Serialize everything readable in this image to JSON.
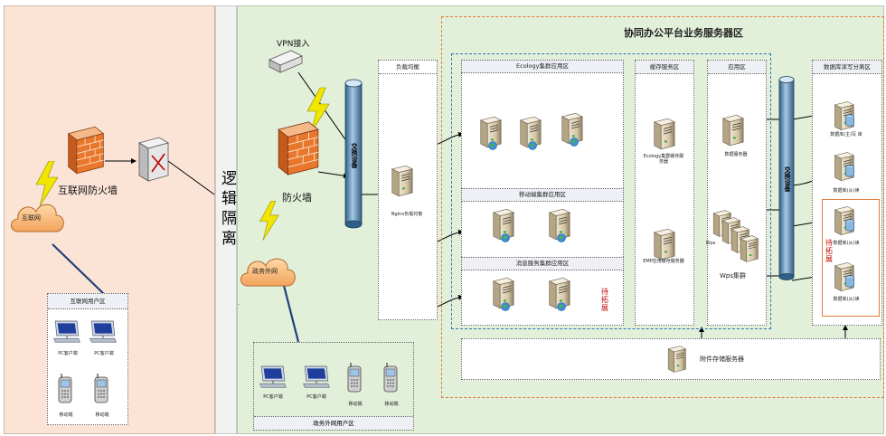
{
  "zones": {
    "divider_label": "逻辑隔离"
  },
  "internet": {
    "cloud_label": "互联网",
    "firewall_label": "互联网防火墙",
    "user_zone_title": "互联网用户区",
    "pc1_label": "PC客户端",
    "pc2_label": "PC客户端",
    "mobile1_label": "移动端",
    "mobile2_label": "移动端"
  },
  "gov": {
    "vpn_label": "VPN接入",
    "firewall_label": "防火墙",
    "cloud_label": "政务外网",
    "switch_label": "交换设备",
    "user_zone_title": "政务外网用户区",
    "pc1_label": "PC客户端",
    "pc2_label": "PC客户端",
    "mobile1_label": "移动端",
    "mobile2_label": "移动端"
  },
  "platform": {
    "title": "协同办公平台业务服务器区",
    "lb_title": "负载均衡",
    "nginx_label": "Nginx负载均衡",
    "ecology_title": "Ecology集群应用区",
    "mobile_cluster_title": "移动端集群应用区",
    "msg_cluster_title": "消息服务集群应用区",
    "pending_label": "待拓展",
    "cache_title": "缓存服务区",
    "cache_ecology_label": "Ecology集群缓存服务器",
    "cache_emp_label": "EMP应用缓存服务器",
    "app_title": "应用区",
    "app_db_label": "数据服务器",
    "wps_label": "Wps集群",
    "wps_partial": "Wps",
    "switch2_label": "交换设备",
    "db_title": "数据库读写分离区",
    "db_master_label": "数据库(主)写 库",
    "db_slave1_label": "数据库(从)读",
    "db_slave2_label": "数据库(从)读",
    "db_slave3_label": "数据库(从)读",
    "db_pending_label": "待拓展",
    "storage_label": "附件存储服务器"
  }
}
